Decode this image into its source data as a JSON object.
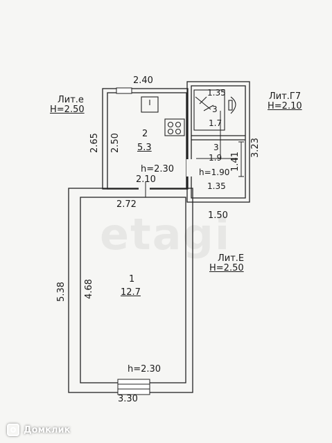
{
  "blocks": {
    "lit_e_small": {
      "name": "Лит.е",
      "height": "H=2.50"
    },
    "lit_g7": {
      "name": "Лит.Г7",
      "height": "H=2.10"
    },
    "lit_e_big": {
      "name": "Лит.Е",
      "height": "H=2.50"
    }
  },
  "rooms": {
    "room1": {
      "number": "1",
      "area": "12.7",
      "height": "h=2.30"
    },
    "room2": {
      "number": "2",
      "area": "5.3",
      "height": "h=2.30"
    },
    "room3": {
      "number": "3",
      "area": "1.9",
      "height": "h=1.90"
    },
    "room_small": {
      "dim_top": "1.35",
      "number": "3",
      "area": "1.7"
    }
  },
  "dimensions": {
    "top_width": "2.40",
    "left_outer_2": "2.65",
    "left_inner_2": "2.50",
    "inner_width_2": "2.10",
    "right_small": "1.41",
    "right_outer": "3.23",
    "room3_width": "1.35",
    "outer_1_50": "1.50",
    "inner_width_1": "2.72",
    "left_outer_1": "5.38",
    "left_inner_1": "4.68",
    "bottom_width": "3.30"
  },
  "watermark": "etagi",
  "brand": {
    "name": "Домклик"
  }
}
